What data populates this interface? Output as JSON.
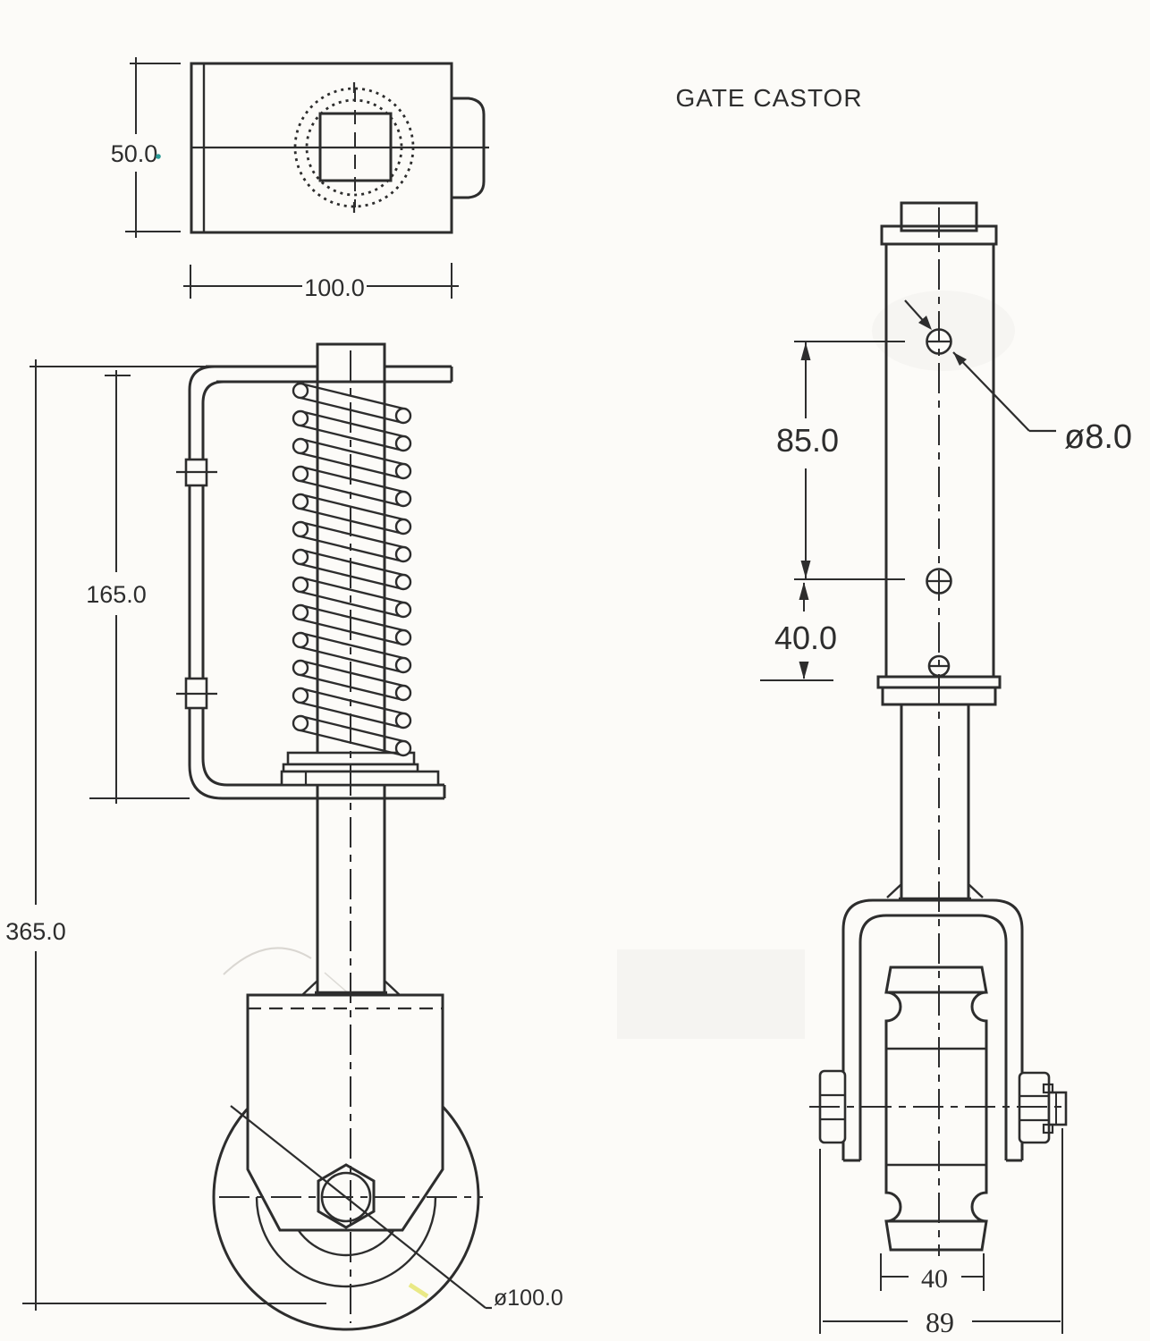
{
  "title": "GATE CASTOR",
  "colors": {
    "ink": "#2d2d2d",
    "paper": "#fcfbf8",
    "accent_dot": "#2a9a96",
    "artifact_yellow": "#dede3c"
  },
  "top_view": {
    "height_label": "50.0",
    "width_label": "100.0"
  },
  "front_view": {
    "bracket_height_label": "165.0",
    "overall_height_label": "365.0",
    "wheel_diameter_label": "ø100.0"
  },
  "side_view": {
    "upper_hole_spacing_label": "85.0",
    "lower_hole_spacing_label": "40.0",
    "hole_diameter_label": "ø8.0",
    "tread_width_label": "40",
    "overall_width_label": "89"
  }
}
